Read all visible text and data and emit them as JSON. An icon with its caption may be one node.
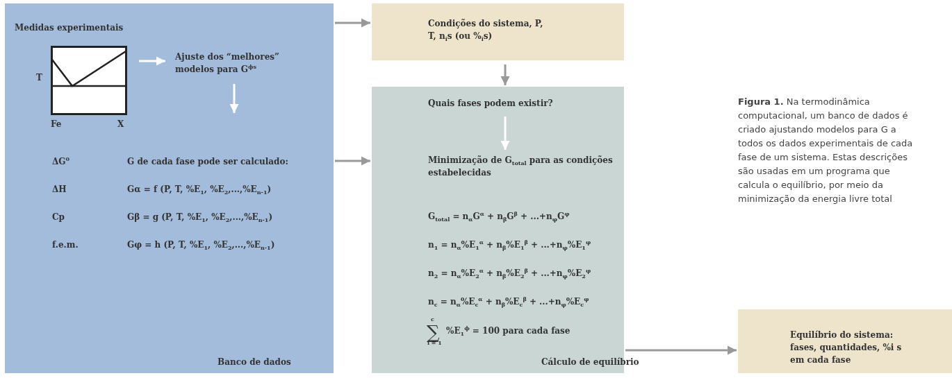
{
  "diagram": {
    "caption": "**Figura 1.** Na termodinâmica computacional, um banco de dados é criado ajustando modelos para G a todos os dados experimentais de cada fase de um sistema.  Estas descrições são usadas em um programa que calcula o equilíbrio, por meio da minimização da energia livre total",
    "nodes": [
      {
        "text": [
          "Medidas experimentais",
          "Banco de dados"
        ]
      },
      {
        "text": [],
        "shape": "picture",
        "in": 0,
        "beside": [
          "T",
          "Fe",
          "X"
        ]
      },
      {
        "text": [
          "Ajuste dos “melhores” modelos para G$^{ϕs}$"
        ],
        "in": 0
      },
      {
        "text": [
          "Condições do sistema, P, T, n$_{i}$s (ou %$_{i}$s)"
        ]
      },
      {
        "text": [
          "Cálculo de equilíbrio"
        ]
      },
      {
        "text": [
          "Quais fases podem existir?"
        ],
        "in": 4
      },
      {
        "text": [
          "Minimização de G$_{total}$ para as condições estabelecidas"
        ],
        "in": 4
      },
      {
        "text": [
          "Equilíbrio do sistema: fases, quantidades, %i s em cada fase"
        ]
      }
    ],
    "edges": [
      {
        "from": 1,
        "to": 2,
        "arrow": "to",
        "color": "#ffffff"
      },
      {
        "from": 2,
        "to": null,
        "arrow": "to",
        "color": "#ffffff"
      },
      {
        "from": 0,
        "to": 3,
        "arrow": "to"
      },
      {
        "from": 0,
        "to": 4,
        "arrow": "to"
      },
      {
        "from": 3,
        "to": 4,
        "arrow": "to"
      },
      {
        "from": 5,
        "to": 6,
        "arrow": "to",
        "color": "#ffffff"
      },
      {
        "from": 4,
        "to": 7,
        "arrow": "to"
      }
    ],
    "labels": [
      "ΔG$^{0}$",
      "G de cada fase pode ser calculado:",
      "ΔH",
      "Gα = f (P, T, %E$_{1}$, %E$_{2}$,...,%E$_{n-1}$)",
      "Cp",
      "Gβ = g (P, T, %E$_{1}$, %E$_{2}$,...,%E$_{n-1}$)",
      "f.e.m.",
      "Gφ = h (P, T, %E$_{1}$, %E$_{2}$,...,%E$_{n-1}$)",
      "G$_{total}$ = n$_{α}$G$^{α}$ + n$_{β}$G$^{β}$ + ...+n$_{φ}$G$^{φ}$",
      "n$_{1}$ = n$_{α}$%E$_{1}$$^{α}$ + n$_{β}$%E$_{1}$$^{β}$ + ...+n$_{φ}$%E$_{1}$$^{φ}$",
      "n$_{2}$ = n$_{α}$%E$_{2}$$^{α}$ + n$_{β}$%E$_{2}$$^{β}$ + ...+n$_{φ}$%E$_{2}$$^{φ}$",
      "n$_{c}$ = n$_{α}$%E$_{c}$$^{α}$ + n$_{β}$%E$_{c}$$^{β}$ + ...+n$_{φ}$%E$_{c}$$^{φ}$",
      "c",
      "∑",
      "i = 1",
      "%E$_{1}$$^{ϕ}$ = 100 para cada fase"
    ]
  }
}
